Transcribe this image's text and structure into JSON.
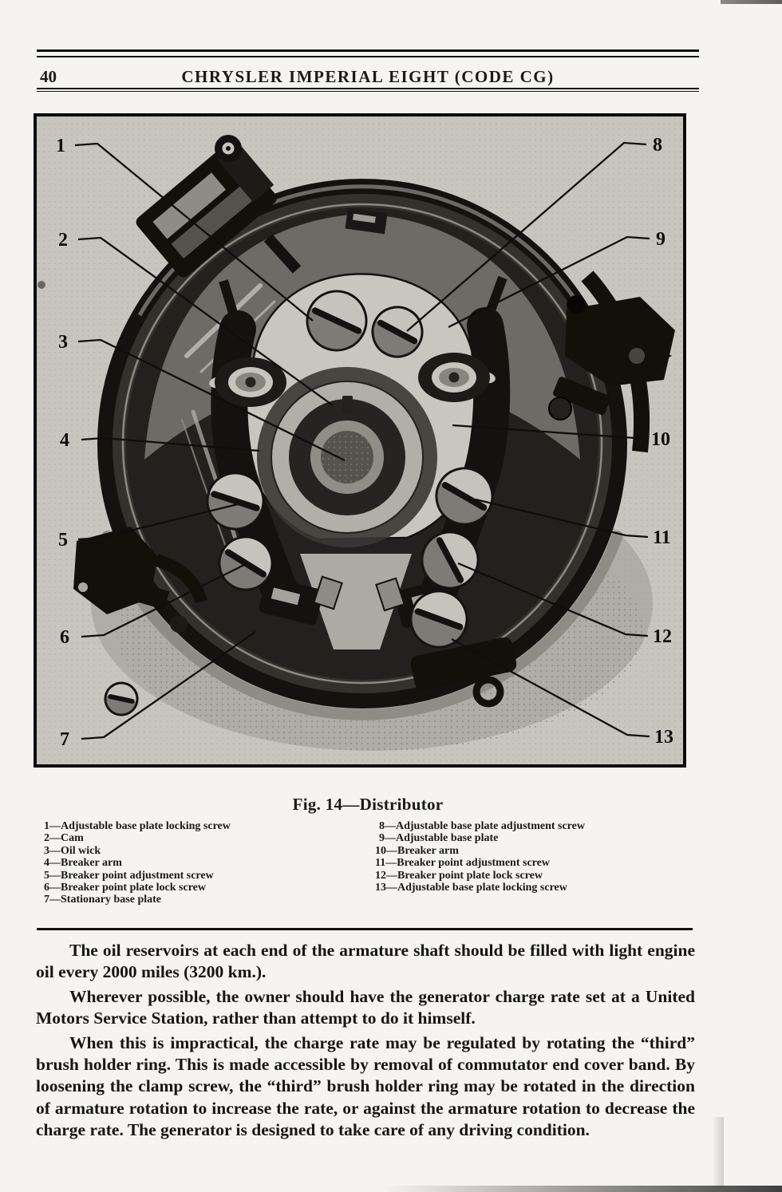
{
  "page": {
    "number": "40",
    "header_title": "CHRYSLER IMPERIAL EIGHT (CODE CG)"
  },
  "figure": {
    "caption": "Fig. 14—Distributor",
    "callouts": [
      "1",
      "2",
      "3",
      "4",
      "5",
      "6",
      "7",
      "8",
      "9",
      "10",
      "11",
      "12",
      "13"
    ],
    "legend_left": [
      {
        "num_dash": "1—",
        "label": "Adjustable base plate locking screw"
      },
      {
        "num_dash": "2—",
        "label": "Cam"
      },
      {
        "num_dash": "3—",
        "label": "Oil wick"
      },
      {
        "num_dash": "4—",
        "label": "Breaker arm"
      },
      {
        "num_dash": "5—",
        "label": "Breaker point adjustment screw"
      },
      {
        "num_dash": "6—",
        "label": "Breaker point plate lock screw"
      },
      {
        "num_dash": "7—",
        "label": "Stationary base plate"
      }
    ],
    "legend_right": [
      {
        "num_dash": "8—",
        "label": "Adjustable base plate adjustment screw"
      },
      {
        "num_dash": "9—",
        "label": "Adjustable base plate"
      },
      {
        "num_dash": "10—",
        "label": "Breaker arm"
      },
      {
        "num_dash": "11—",
        "label": "Breaker point adjustment screw"
      },
      {
        "num_dash": "12—",
        "label": "Breaker point plate lock screw"
      },
      {
        "num_dash": "13—",
        "label": "Adjustable base plate locking screw"
      }
    ]
  },
  "body": {
    "paragraphs": [
      "The oil reservoirs at each end of the armature shaft should be filled with light engine oil every 2000 miles (3200 km.).",
      "Wherever possible, the owner should have the generator charge rate set at a United Motors Service Station, rather than attempt to do it himself.",
      "When this is impractical, the charge rate may be regulated by rotating the “third” brush holder ring. This is made accessible by removal of commutator end cover band. By loosening the clamp screw, the “third” brush holder ring may be rotated in the direction of armature rotation to increase the rate, or against the armature rotation to decrease the charge rate. The generator is designed to take care of any driving condition."
    ]
  },
  "colors": {
    "page_bg": "#f5f4f1",
    "figure_bg": "#c8c5bf",
    "ink": "#131210"
  }
}
